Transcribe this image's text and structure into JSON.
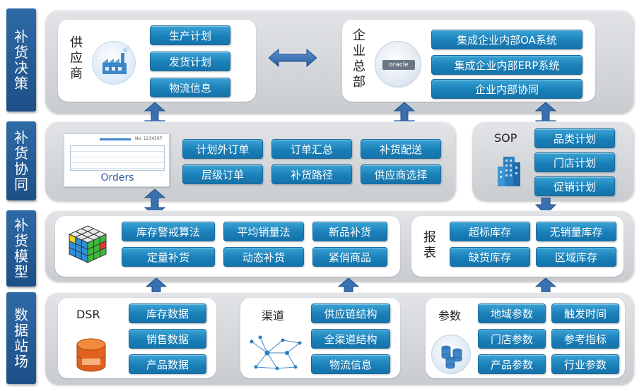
{
  "sections": {
    "decision": "补货决策",
    "collab": "补货协同",
    "model": "补货模型",
    "data": "数据站场"
  },
  "supplier": {
    "label": "供应商",
    "items": [
      "生产计划",
      "发货计划",
      "物流信息"
    ]
  },
  "enterprise": {
    "label": "企业总部",
    "logo_text": "oracle",
    "items": [
      "集成企业内部OA系统",
      "集成企业内部ERP系统",
      "企业内部协同"
    ]
  },
  "orders": {
    "doc_label": "Orders",
    "doc_number": "No. 1234567",
    "items": [
      "计划外订单",
      "订单汇总",
      "补货配送",
      "层级订单",
      "补货路径",
      "供应商选择"
    ]
  },
  "sop": {
    "label": "SOP",
    "items": [
      "品类计划",
      "门店计划",
      "促销计划"
    ]
  },
  "model": {
    "items": [
      "库存警戒算法",
      "平均销量法",
      "新品补货",
      "定量补货",
      "动态补货",
      "紧俏商品"
    ]
  },
  "report": {
    "label": "报表",
    "items": [
      "超标库存",
      "无销量库存",
      "缺货库存",
      "区域库存"
    ]
  },
  "dsr": {
    "label": "DSR",
    "items": [
      "库存数据",
      "销售数据",
      "产品数据"
    ]
  },
  "channel": {
    "label": "渠道",
    "items": [
      "供应链结构",
      "全渠道结构",
      "物流信息"
    ]
  },
  "params": {
    "label": "参数",
    "items": [
      "地域参数",
      "触发时间",
      "门店参数",
      "参考指标",
      "产品参数",
      "行业参数"
    ]
  },
  "colors": {
    "pill": "#1a7fb8",
    "side": "#2e6aa6",
    "arrow": "#3a6fb0",
    "row": "#d4d6d9"
  }
}
